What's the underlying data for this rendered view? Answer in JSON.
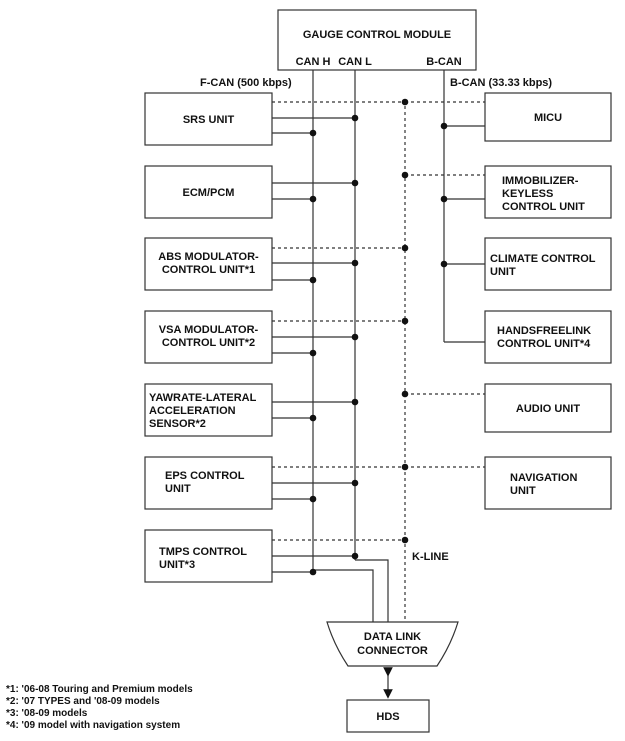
{
  "title": "GAUGE CONTROL MODULE",
  "bus_labels": {
    "can_h": "CAN H",
    "can_l": "CAN L",
    "b_can": "B-CAN",
    "f_can": "F-CAN (500 kbps)",
    "b_can_speed": "B-CAN (33.33 kbps)",
    "k_line": "K-LINE"
  },
  "left_units": [
    {
      "lines": [
        "SRS UNIT"
      ]
    },
    {
      "lines": [
        "ECM/PCM"
      ]
    },
    {
      "lines": [
        "ABS MODULATOR-",
        "CONTROL UNIT*1"
      ]
    },
    {
      "lines": [
        "VSA MODULATOR-",
        "CONTROL UNIT*2"
      ]
    },
    {
      "lines": [
        "YAWRATE-LATERAL",
        "ACCELERATION",
        "SENSOR*2"
      ]
    },
    {
      "lines": [
        "EPS CONTROL",
        "UNIT"
      ]
    },
    {
      "lines": [
        "TMPS CONTROL",
        "UNIT*3"
      ]
    }
  ],
  "right_units": [
    {
      "lines": [
        "MICU"
      ]
    },
    {
      "lines": [
        "IMMOBILIZER-",
        "KEYLESS",
        "CONTROL UNIT"
      ]
    },
    {
      "lines": [
        "CLIMATE CONTROL",
        "UNIT"
      ]
    },
    {
      "lines": [
        "HANDSFREELINK",
        "CONTROL UNIT*4"
      ]
    },
    {
      "lines": [
        "AUDIO UNIT"
      ]
    },
    {
      "lines": [
        "NAVIGATION",
        "UNIT"
      ]
    }
  ],
  "connector": {
    "lines": [
      "DATA LINK",
      "CONNECTOR"
    ]
  },
  "hds": "HDS",
  "footnotes": [
    "*1: '06-08 Touring and Premium models",
    "*2: '07 TYPES and '08-09 models",
    "*3: '08-09 models",
    "*4: '09 model with navigation system"
  ]
}
